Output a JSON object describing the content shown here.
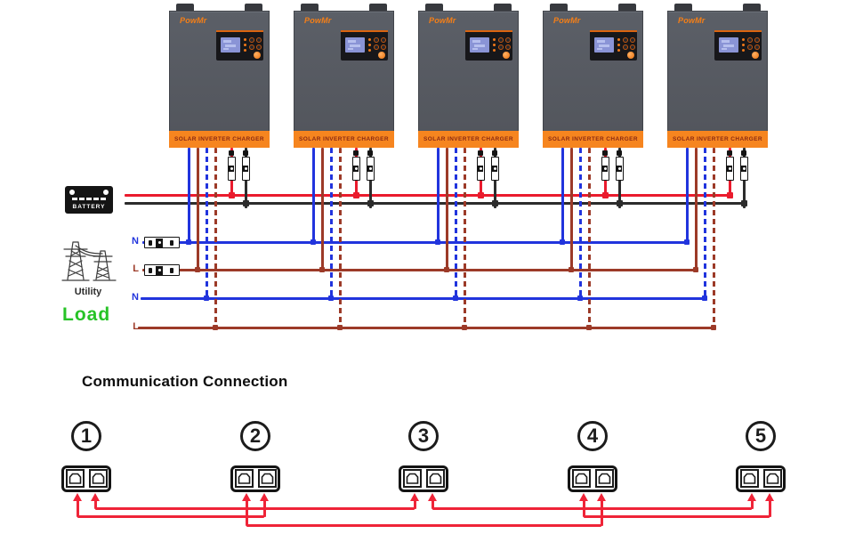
{
  "title": "Communication Connection",
  "inverter": {
    "brand": "PowMr",
    "band_label": "SOLAR INVERTER CHARGER",
    "count": 5
  },
  "sources": {
    "battery_label": "BATTERY",
    "utility_label": "Utility",
    "load_label": "Load"
  },
  "wire_labels": {
    "utility_neutral": "N",
    "utility_line": "L",
    "load_neutral": "N",
    "load_line": "L"
  },
  "comm_units": [
    {
      "number": "1"
    },
    {
      "number": "2"
    },
    {
      "number": "3"
    },
    {
      "number": "4"
    },
    {
      "number": "5"
    }
  ],
  "colors": {
    "battery_positive_red": "#ea1b2d",
    "battery_negative_black": "#2c2c2c",
    "neutral_blue": "#2134dd",
    "line_brown": "#9c3a28",
    "comm_red": "#ef2438",
    "inverter_body_gray": "#565a61",
    "inverter_band_orange": "#f6851f",
    "band_text_maroon": "#8b2a12",
    "brand_orange": "#f57f17",
    "load_green": "#27c327",
    "lcd_blue": "#8a94d6"
  }
}
